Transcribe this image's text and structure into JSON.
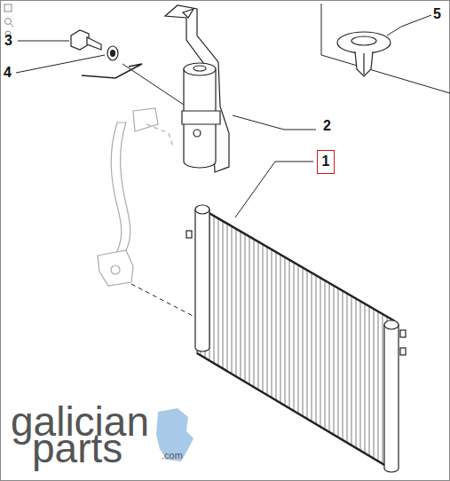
{
  "diagram": {
    "nodes": [
      {
        "text": [
          "1"
        ]
      }
    ],
    "labels": [
      "2",
      "3",
      "4",
      "5",
      "galician",
      "parts",
      ".com"
    ]
  }
}
